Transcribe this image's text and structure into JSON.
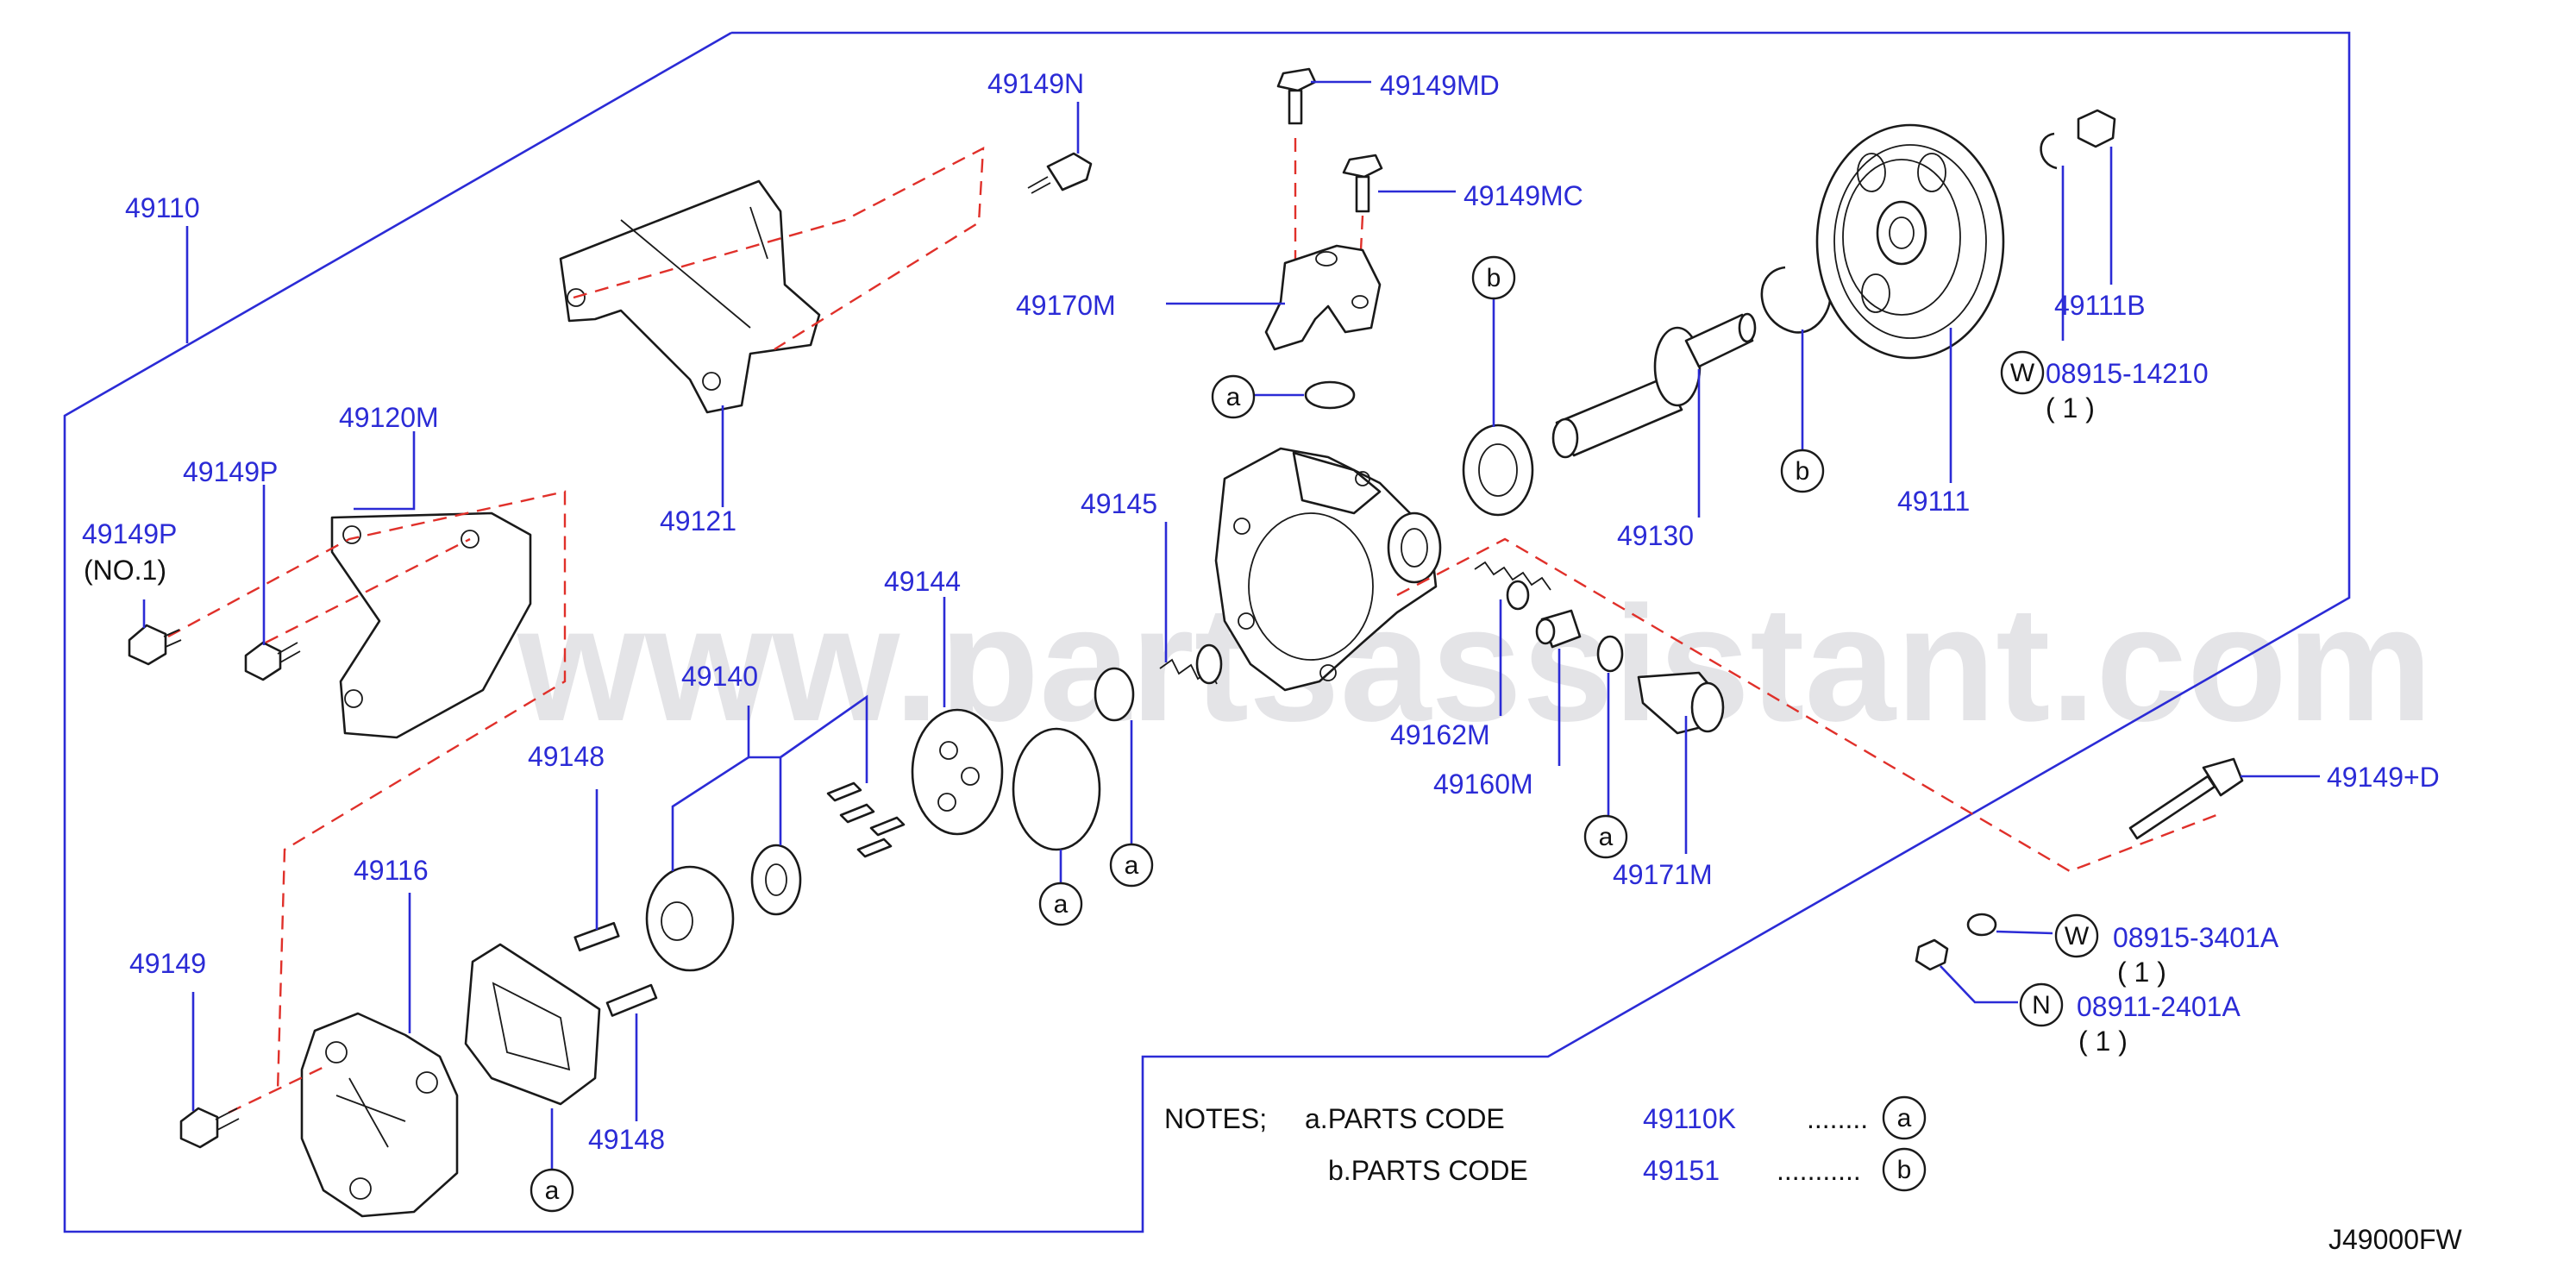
{
  "watermark": "www.partsassistant.com",
  "diagram_code": "J49000FW",
  "part_labels": {
    "p49110": "49110",
    "p49149N": "49149N",
    "p49149MD": "49149MD",
    "p49149MC": "49149MC",
    "p49170M": "49170M",
    "p49121": "49121",
    "p49120M": "49120M",
    "p49149P_a": "49149P",
    "p49149P_b": "49149P",
    "p49149P_note": "(NO.1)",
    "p49145": "49145",
    "p49144": "49144",
    "p49140": "49140",
    "p49148_a": "49148",
    "p49148_b": "49148",
    "p49116": "49116",
    "p49149": "49149",
    "p49130": "49130",
    "p49111": "49111",
    "p49111B": "49111B",
    "p08915_14210": "08915-14210",
    "p08915_14210_qty": "( 1 )",
    "p49162M": "49162M",
    "p49160M": "49160M",
    "p49171M": "49171M",
    "p49149D": "49149+D",
    "p08915_3401A": "08915-3401A",
    "p08915_3401A_qty": "( 1 )",
    "p08911_2401A": "08911-2401A",
    "p08911_2401A_qty": "( 1 )"
  },
  "circle_letters": {
    "a": "a",
    "b": "b",
    "w": "W",
    "n": "N"
  },
  "notes": {
    "title": "NOTES;",
    "line_a_label": "a.PARTS   CODE",
    "line_a_code": "49110K",
    "line_a_dots": "........",
    "line_b_label": "b.PARTS   CODE",
    "line_b_code": "49151",
    "line_b_dots": "..........."
  },
  "colors": {
    "label_blue": "#2b2bd6",
    "dashed_red": "#e0302a",
    "outline": "#1a1a1a"
  }
}
